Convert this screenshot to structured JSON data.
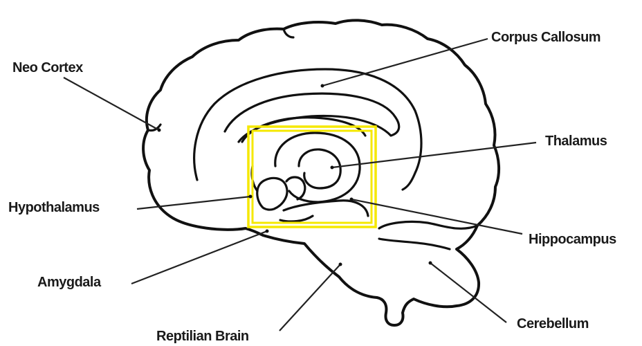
{
  "labels": {
    "neo_cortex": "Neo Cortex",
    "corpus_callosum": "Corpus Callosum",
    "thalamus": "Thalamus",
    "hypothalamus": "Hypothalamus",
    "hippocampus": "Hippocampus",
    "amygdala": "Amygdala",
    "reptilian_brain": "Reptilian Brain",
    "cerebellum": "Cerebellum"
  },
  "colors": {
    "highlight_box": "#f5e800",
    "line": "#111111",
    "background": "#ffffff"
  }
}
